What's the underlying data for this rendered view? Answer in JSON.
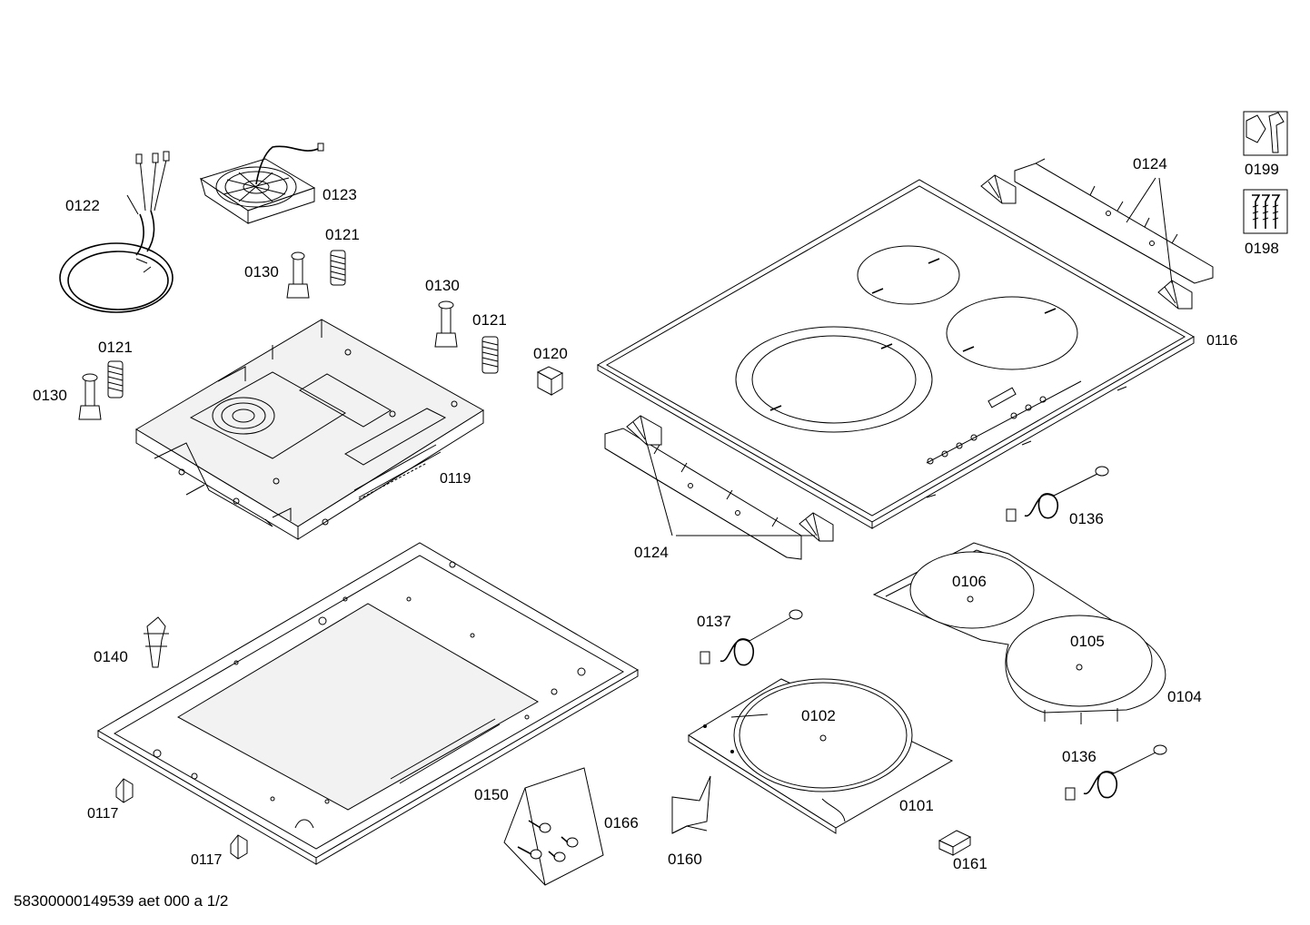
{
  "drawing": {
    "footer_code": "58300000149539 aet 000 a 1/2"
  },
  "labels": {
    "p0122": "0122",
    "p0123": "0123",
    "p0121a": "0121",
    "p0130a": "0130",
    "p0130b": "0130",
    "p0121b": "0121",
    "p0121c": "0121",
    "p0130c": "0130",
    "p0120": "0120",
    "p0119": "0119",
    "p0124a": "0124",
    "p0124b": "0124",
    "p0116": "0116",
    "p0136a": "0136",
    "p0136b": "0136",
    "p0106": "0106",
    "p0105": "0105",
    "p0104": "0104",
    "p0137": "0137",
    "p0102": "0102",
    "p0101": "0101",
    "p0140": "0140",
    "p0117a": "0117",
    "p0117b": "0117",
    "p0150": "0150",
    "p0166": "0166",
    "p0160": "0160",
    "p0161": "0161",
    "p0199": "0199",
    "p0198": "0198"
  },
  "icons": {
    "service_tools": "wrench-icon",
    "service_screws": "screws-icon"
  }
}
